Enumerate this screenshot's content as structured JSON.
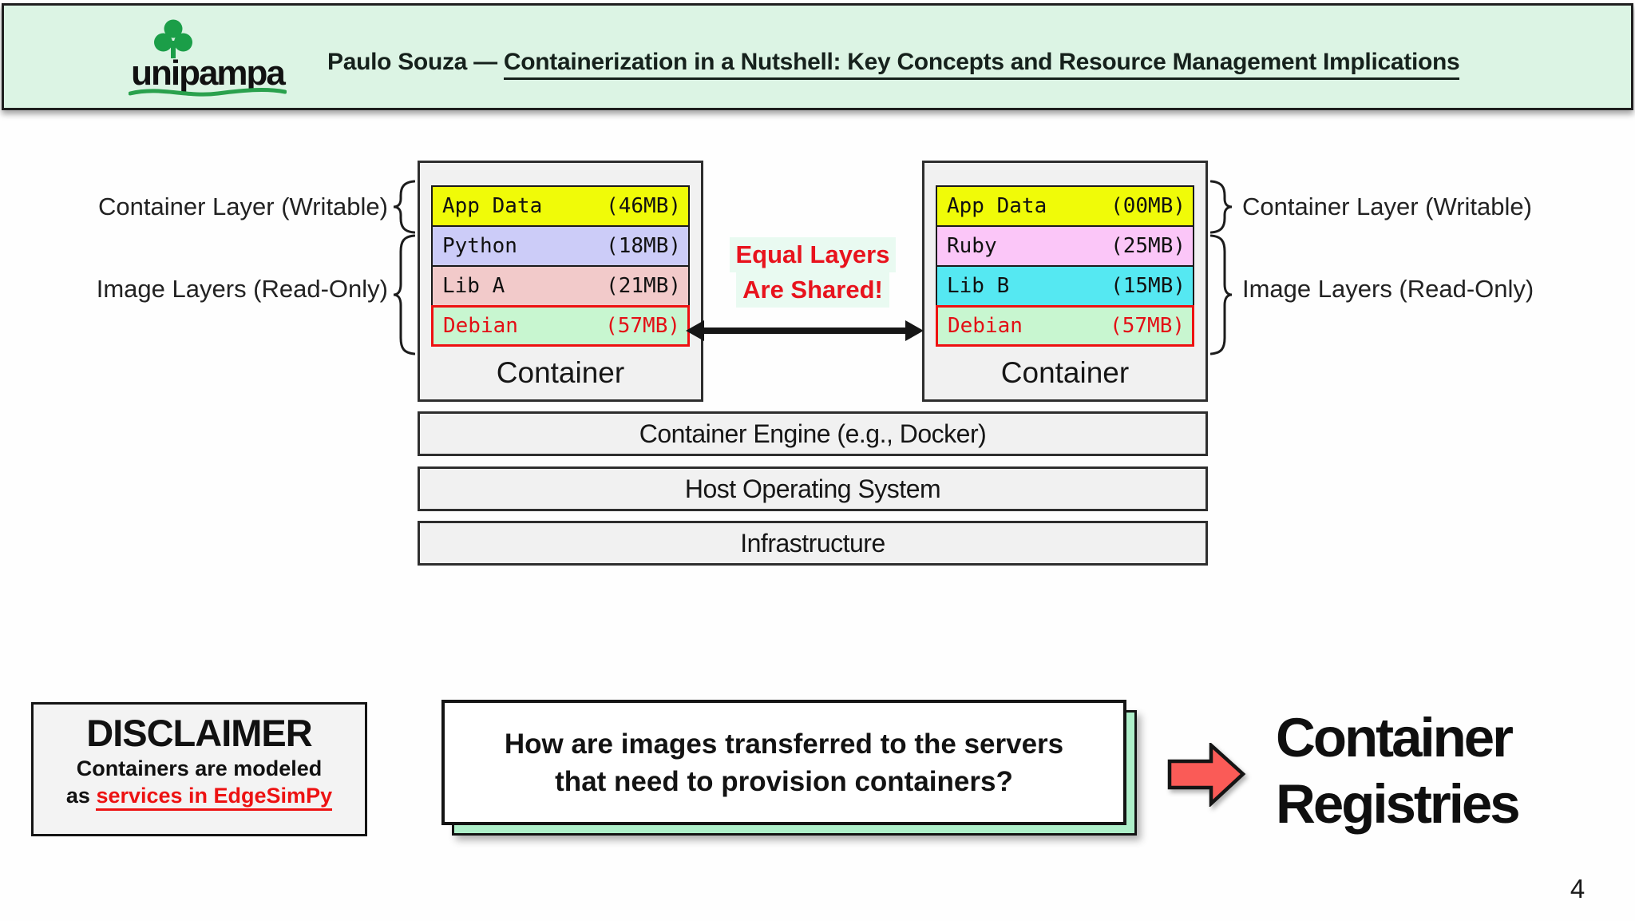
{
  "header": {
    "logo_text": "unipampa",
    "title_prefix": "Paulo Souza — ",
    "title_main": "Containerization in a Nutshell: Key Concepts and Resource Management Implications"
  },
  "labels": {
    "writable_left": "Container Layer (Writable)",
    "readonly_left": "Image Layers (Read-Only)",
    "writable_right": "Container Layer (Writable)",
    "readonly_right": "Image Layers (Read-Only)"
  },
  "shared_note": {
    "line1": "Equal Layers",
    "line2": "Are Shared!"
  },
  "containers": {
    "left": {
      "label": "Container",
      "layers": [
        {
          "name": "App Data",
          "size": "(46MB)",
          "color": "#f0fb08",
          "shared": false
        },
        {
          "name": "Python",
          "size": "(18MB)",
          "color": "#ccccf8",
          "shared": false
        },
        {
          "name": "Lib A",
          "size": "(21MB)",
          "color": "#f2caca",
          "shared": false
        },
        {
          "name": "Debian",
          "size": "(57MB)",
          "color": "#c8f6d0",
          "shared": true
        }
      ]
    },
    "right": {
      "label": "Container",
      "layers": [
        {
          "name": "App Data",
          "size": "(00MB)",
          "color": "#f0fb08",
          "shared": false
        },
        {
          "name": "Ruby",
          "size": "(25MB)",
          "color": "#fbc6f8",
          "shared": false
        },
        {
          "name": "Lib B",
          "size": "(15MB)",
          "color": "#55e8f2",
          "shared": false
        },
        {
          "name": "Debian",
          "size": "(57MB)",
          "color": "#c8f6d0",
          "shared": true
        }
      ]
    }
  },
  "stack": {
    "rows": [
      "Container Engine (e.g., Docker)",
      "Host Operating System",
      "Infrastructure"
    ]
  },
  "disclaimer": {
    "title": "DISCLAIMER",
    "line1": "Containers are modeled",
    "line2_prefix": "as ",
    "line2_link": "services in EdgeSimPy"
  },
  "question": {
    "line1": "How are images transferred to the servers",
    "line2": "that need to provision containers?"
  },
  "registries": {
    "line1": "Container",
    "line2": "Registries"
  },
  "page_number": "4",
  "colors": {
    "header_bg": "#dcf4e4",
    "logo_green": "#1b9e48",
    "accent_red": "#e8131d",
    "shared_border": "#ee1111",
    "question_shadow": "#aeefc9",
    "arrow_fill": "#fa5b57"
  }
}
